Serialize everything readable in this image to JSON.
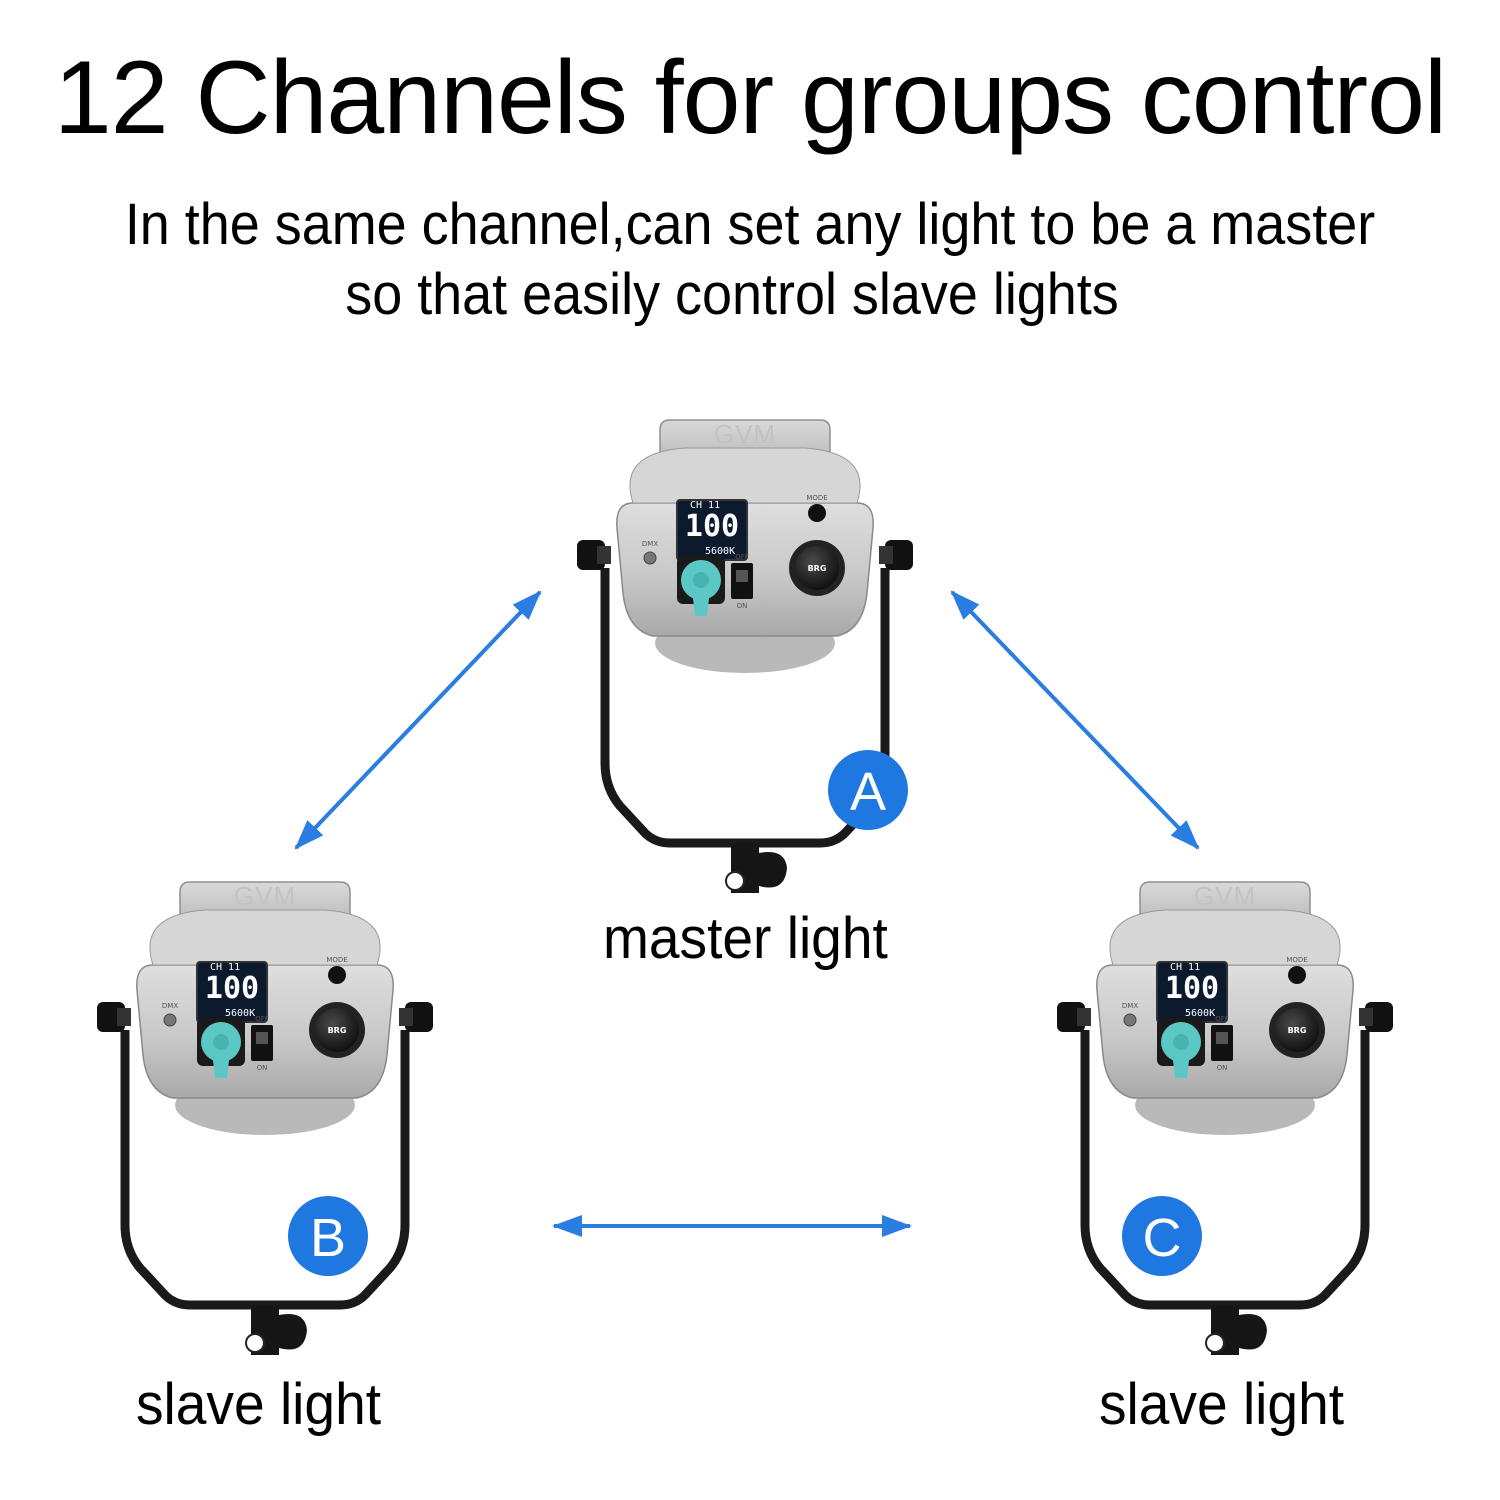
{
  "title": "12 Channels for groups control",
  "subtitle_line1": "In the same channel,can set any light to be a master",
  "subtitle_line2": "so that easily control slave lights",
  "lights": [
    {
      "badge": "A",
      "caption": "master light"
    },
    {
      "badge": "B",
      "caption": "slave light"
    },
    {
      "badge": "C",
      "caption": "slave light"
    }
  ],
  "device": {
    "brand": "GVM",
    "display_value": "100",
    "display_channel": "CH 11",
    "display_kelvin": "5600",
    "knob_label": "BRG"
  },
  "colors": {
    "arrow": "#2a7de1",
    "badge": "#1f77e0",
    "connector": "#5cc8c6",
    "body": "#c9c9c9",
    "yoke": "#1a1a1a"
  },
  "icons": [
    "double-arrow-icon",
    "badge-circle-icon",
    "led-light-icon"
  ]
}
